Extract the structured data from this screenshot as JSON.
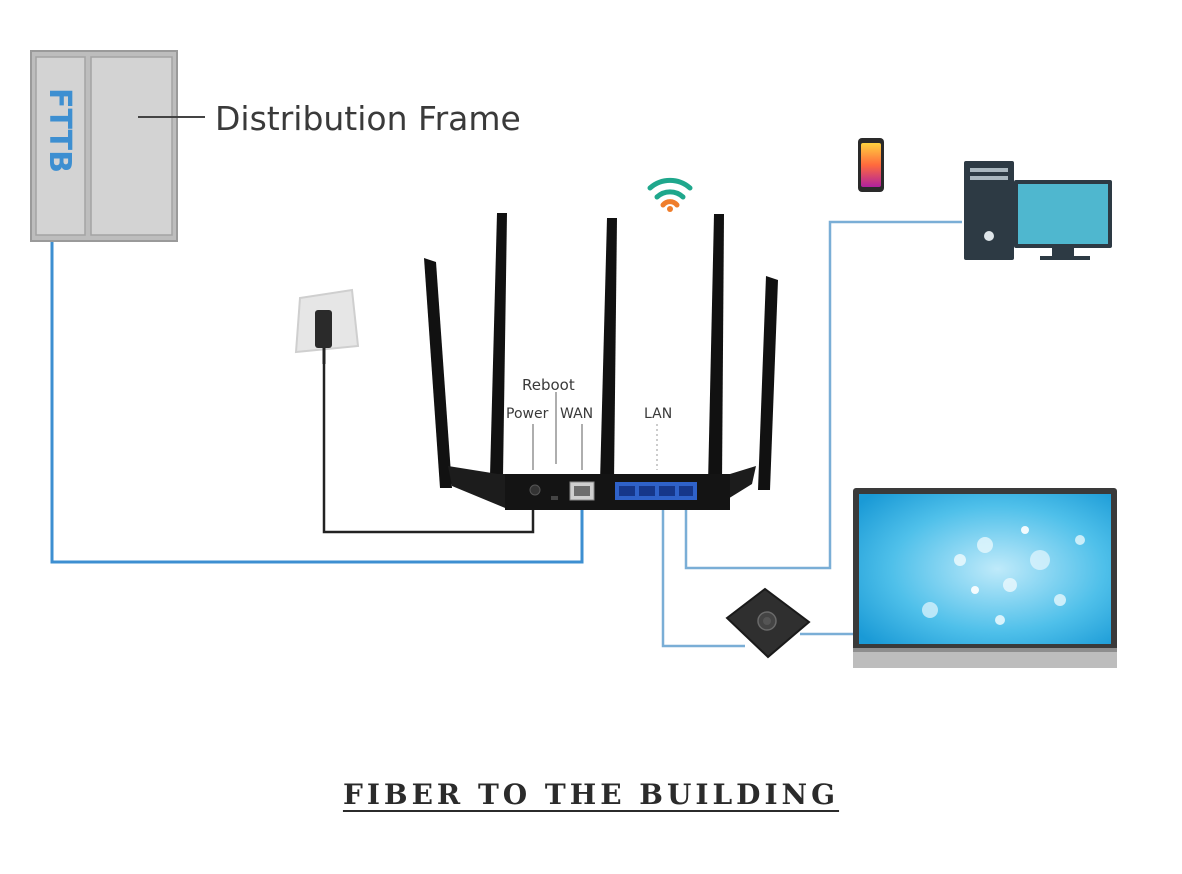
{
  "labels": {
    "distribution_frame": "Distribution Frame",
    "fttb": "FTTB",
    "reboot": "Reboot",
    "power": "Power",
    "wan": "WAN",
    "lan": "LAN"
  },
  "caption": "FIBER TO THE BUILDING",
  "colors": {
    "fiber_line": "#3d8fd1",
    "lan_line": "#7aaed6",
    "power_cable": "#222222",
    "router_body": "#1c1c1c",
    "lan_ports": "#2f62c9",
    "frame_gray": "#c4c4c4",
    "monitor_screen": "#4fb7cf",
    "wifi_orange": "#ef7d2b",
    "wifi_green": "#1fa78c"
  },
  "icons": [
    "distribution-frame-icon",
    "wall-outlet-icon",
    "router-icon",
    "wifi-icon",
    "smartphone-icon",
    "desktop-computer-icon",
    "tv-icon",
    "set-top-box-icon"
  ]
}
